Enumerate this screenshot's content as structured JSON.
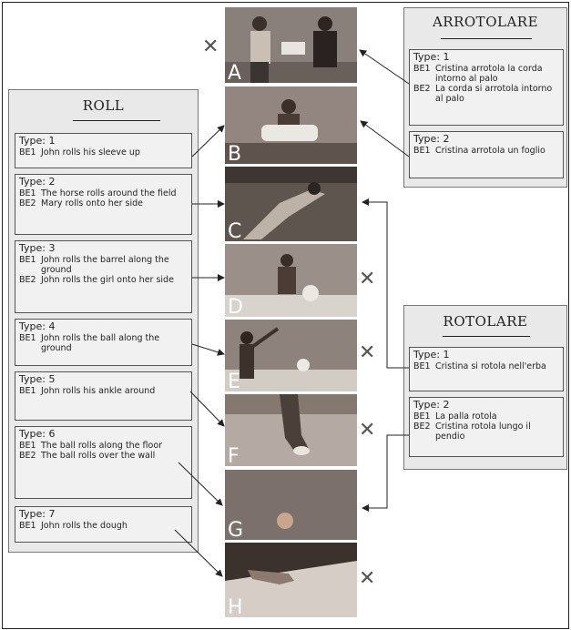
{
  "roll": {
    "title": "ROLL",
    "boxes": [
      {
        "type": "Type: 1",
        "items": [
          {
            "code": "BE1",
            "text": "John rolls his sleeve up"
          }
        ]
      },
      {
        "type": "Type: 2",
        "items": [
          {
            "code": "BE1",
            "text": "The horse rolls around the field"
          },
          {
            "code": "BE2",
            "text": "Mary rolls onto her side"
          }
        ]
      },
      {
        "type": "Type: 3",
        "items": [
          {
            "code": "BE1",
            "text": "John rolls the barrel along the ground"
          },
          {
            "code": "BE2",
            "text": "John rolls the girl onto her side"
          }
        ]
      },
      {
        "type": "Type: 4",
        "items": [
          {
            "code": "BE1",
            "text": "John rolls the ball along the ground"
          }
        ]
      },
      {
        "type": "Type: 5",
        "items": [
          {
            "code": "BE1",
            "text": "John rolls his ankle around"
          }
        ]
      },
      {
        "type": "Type: 6",
        "items": [
          {
            "code": "BE1",
            "text": "The ball rolls along the floor"
          },
          {
            "code": "BE2",
            "text": "The ball rolls over the wall"
          }
        ]
      },
      {
        "type": "Type: 7",
        "items": [
          {
            "code": "BE1",
            "text": "John rolls the dough"
          }
        ]
      }
    ]
  },
  "arrotolare": {
    "title": "ARROTOLARE",
    "boxes": [
      {
        "type": "Type: 1",
        "items": [
          {
            "code": "BE1",
            "text": "Cristina arrotola la corda intorno al palo"
          },
          {
            "code": "BE2",
            "text": "La corda si arrotola intorno al palo"
          }
        ]
      },
      {
        "type": "Type: 2",
        "items": [
          {
            "code": "BE1",
            "text": "Cristina arrotola un foglio"
          }
        ]
      }
    ]
  },
  "rotolare": {
    "title": "ROTOLARE",
    "boxes": [
      {
        "type": "Type: 1",
        "items": [
          {
            "code": "BE1",
            "text": "Cristina si rotola nell'erba"
          }
        ]
      },
      {
        "type": "Type: 2",
        "items": [
          {
            "code": "BE1",
            "text": "La palla rotola"
          },
          {
            "code": "BE2",
            "text": "Cristina rotola lungo il pendio"
          }
        ]
      }
    ]
  },
  "photos": [
    "A",
    "B",
    "C",
    "D",
    "E",
    "F",
    "G",
    "H"
  ],
  "x_mark": "✕"
}
